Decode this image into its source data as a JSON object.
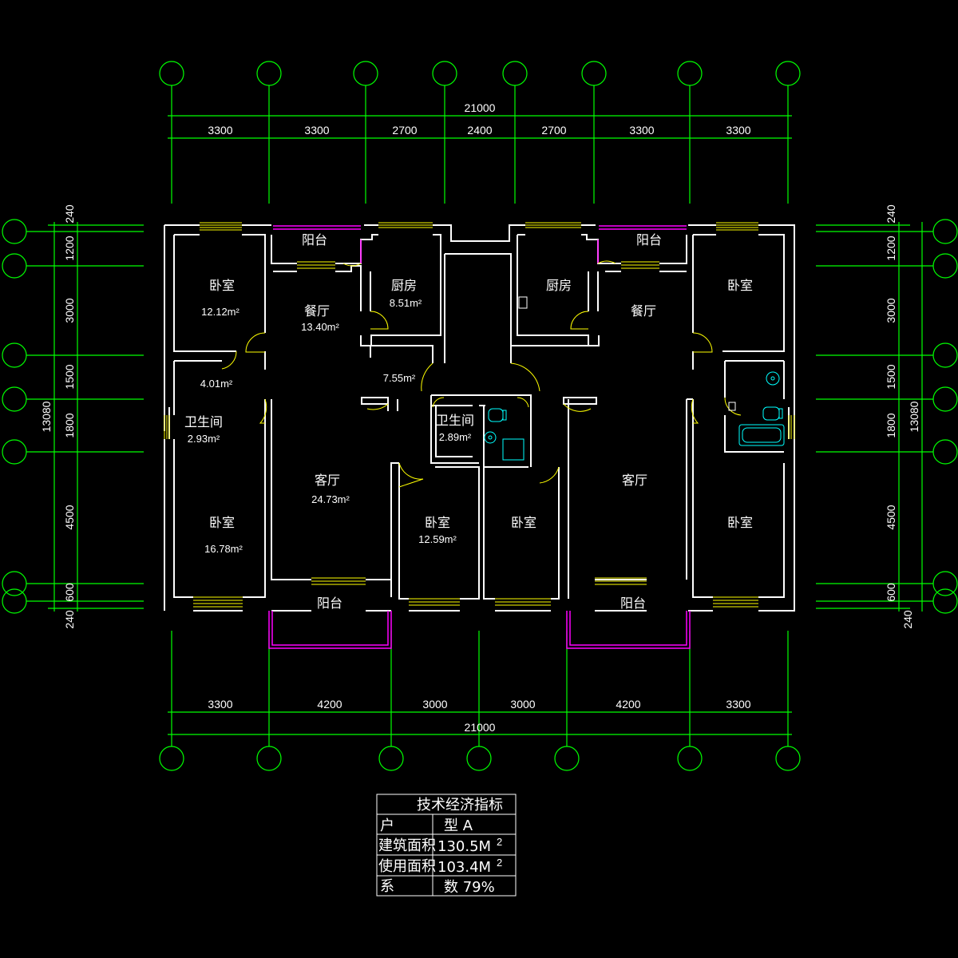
{
  "colors": {
    "background": "#000000",
    "axis": "#00ff00",
    "wall": "#ffffff",
    "balcony": "#ff00ff",
    "window": "#ffff00",
    "door": "#ffff00",
    "fixture": "#00ffff"
  },
  "dimensions": {
    "top_total": "21000",
    "top_segments": [
      "3300",
      "3300",
      "2700",
      "2400",
      "2700",
      "3300",
      "3300"
    ],
    "bottom_total": "21000",
    "bottom_segments": [
      "3300",
      "4200",
      "3000",
      "3000",
      "4200",
      "3300"
    ],
    "left_total": "13080",
    "left_segments": [
      "240",
      "1200",
      "3000",
      "1500",
      "1800",
      "4500",
      "600",
      "240"
    ],
    "right_total": "13080",
    "right_segments": [
      "240",
      "1200",
      "3000",
      "1500",
      "1800",
      "4500",
      "600",
      "240"
    ]
  },
  "rooms": {
    "balcony_top_left": "阳台",
    "balcony_top_right": "阳台",
    "bedroom_nw": "卧室",
    "bedroom_nw_area": "12.12m²",
    "dining_left": "餐厅",
    "dining_left_area": "13.40m²",
    "kitchen_left": "厨房",
    "kitchen_left_area": "8.51m²",
    "kitchen_right": "厨房",
    "dining_right": "餐厅",
    "bedroom_ne": "卧室",
    "hall_left_area": "4.01m²",
    "corridor_area": "7.55m²",
    "bath_left": "卫生间",
    "bath_left_area": "2.93m²",
    "bath_mid": "卫生间",
    "bath_mid_area": "2.89m²",
    "living_left": "客厅",
    "living_left_area": "24.73m²",
    "living_right": "客厅",
    "bedroom_sw": "卧室",
    "bedroom_sw_area": "16.78m²",
    "bedroom_mid_left": "卧室",
    "bedroom_mid_left_area": "12.59m²",
    "bedroom_mid_right": "卧室",
    "bedroom_se": "卧室",
    "balcony_bottom_left": "阳台",
    "balcony_bottom_right": "阳台"
  },
  "table": {
    "title": "技术经济指标",
    "rows": [
      {
        "label": "户",
        "value": "型  A",
        "sup": ""
      },
      {
        "label": "建筑面积",
        "value": "130.5M",
        "sup": "2"
      },
      {
        "label": "使用面积",
        "value": "103.4M",
        "sup": "2"
      },
      {
        "label": "系",
        "value": "数 79%",
        "sup": ""
      }
    ]
  }
}
